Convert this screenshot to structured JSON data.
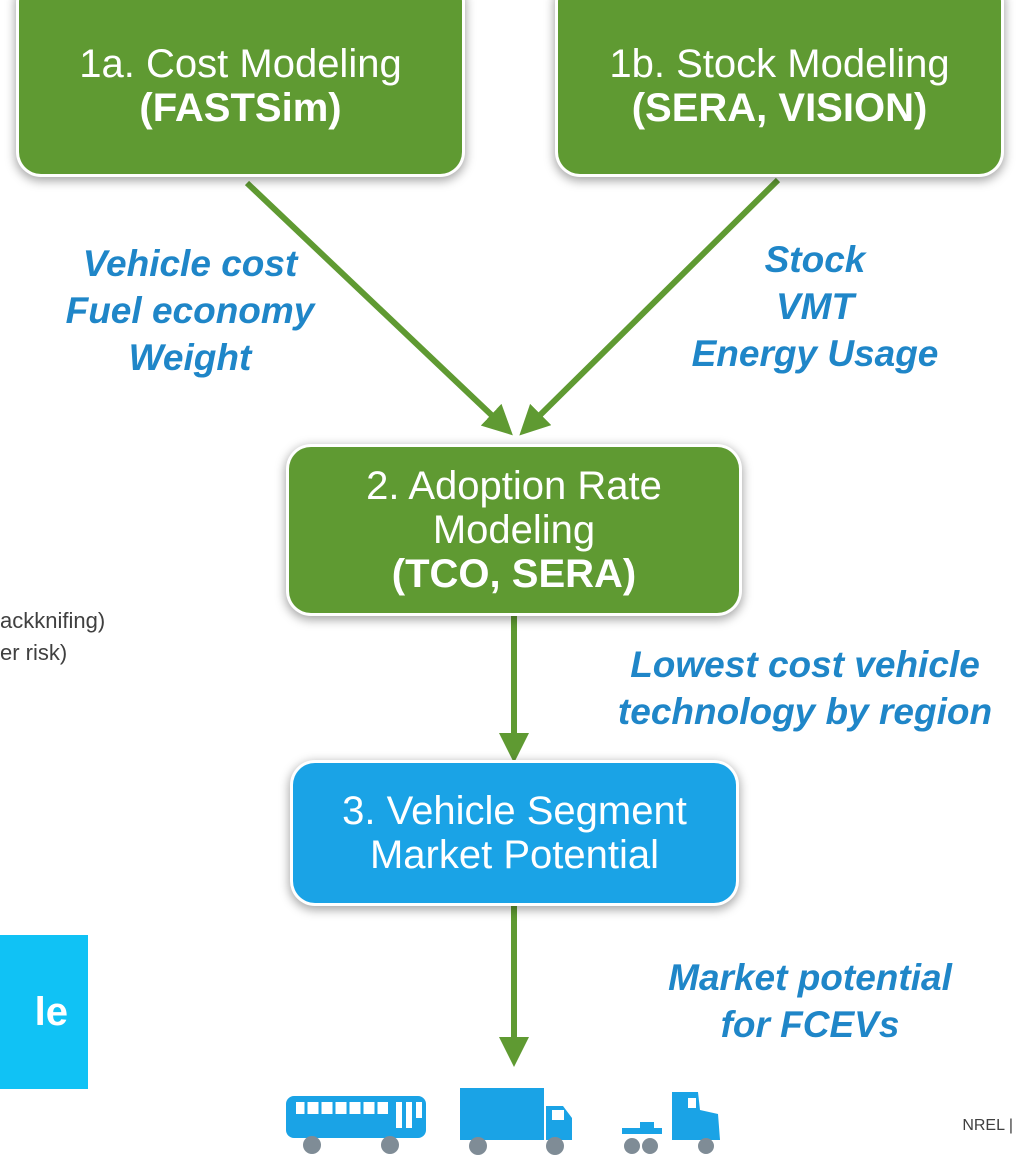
{
  "boxes": {
    "cost": {
      "line1": "1a. Cost Modeling",
      "line2": "(FASTSim)"
    },
    "stock": {
      "line1": "1b. Stock Modeling",
      "line2": "(SERA, VISION)"
    },
    "adoption": {
      "line1": "2. Adoption Rate",
      "line2": "Modeling",
      "line3": "(TCO, SERA)"
    },
    "market": {
      "line1": "3. Vehicle Segment",
      "line2": "Market Potential"
    }
  },
  "labels": {
    "cost_outputs": [
      "Vehicle cost",
      "Fuel economy",
      "Weight"
    ],
    "stock_outputs": [
      "Stock",
      "VMT",
      "Energy Usage"
    ],
    "adoption_output": [
      "Lowest cost vehicle",
      "technology by region"
    ],
    "market_output": [
      "Market potential",
      "for FCEVs"
    ]
  },
  "cutoff_text": [
    "ackknifing)",
    "er risk)"
  ],
  "side_box_text": "le",
  "footer": "NREL   |",
  "colors": {
    "green": "#5f9a32",
    "blue": "#1aa3e6",
    "label_blue": "#1f86c8",
    "side_blue": "#10c2f5"
  },
  "vehicle_icons": [
    "bus-icon",
    "box-truck-icon",
    "semi-truck-icon"
  ]
}
